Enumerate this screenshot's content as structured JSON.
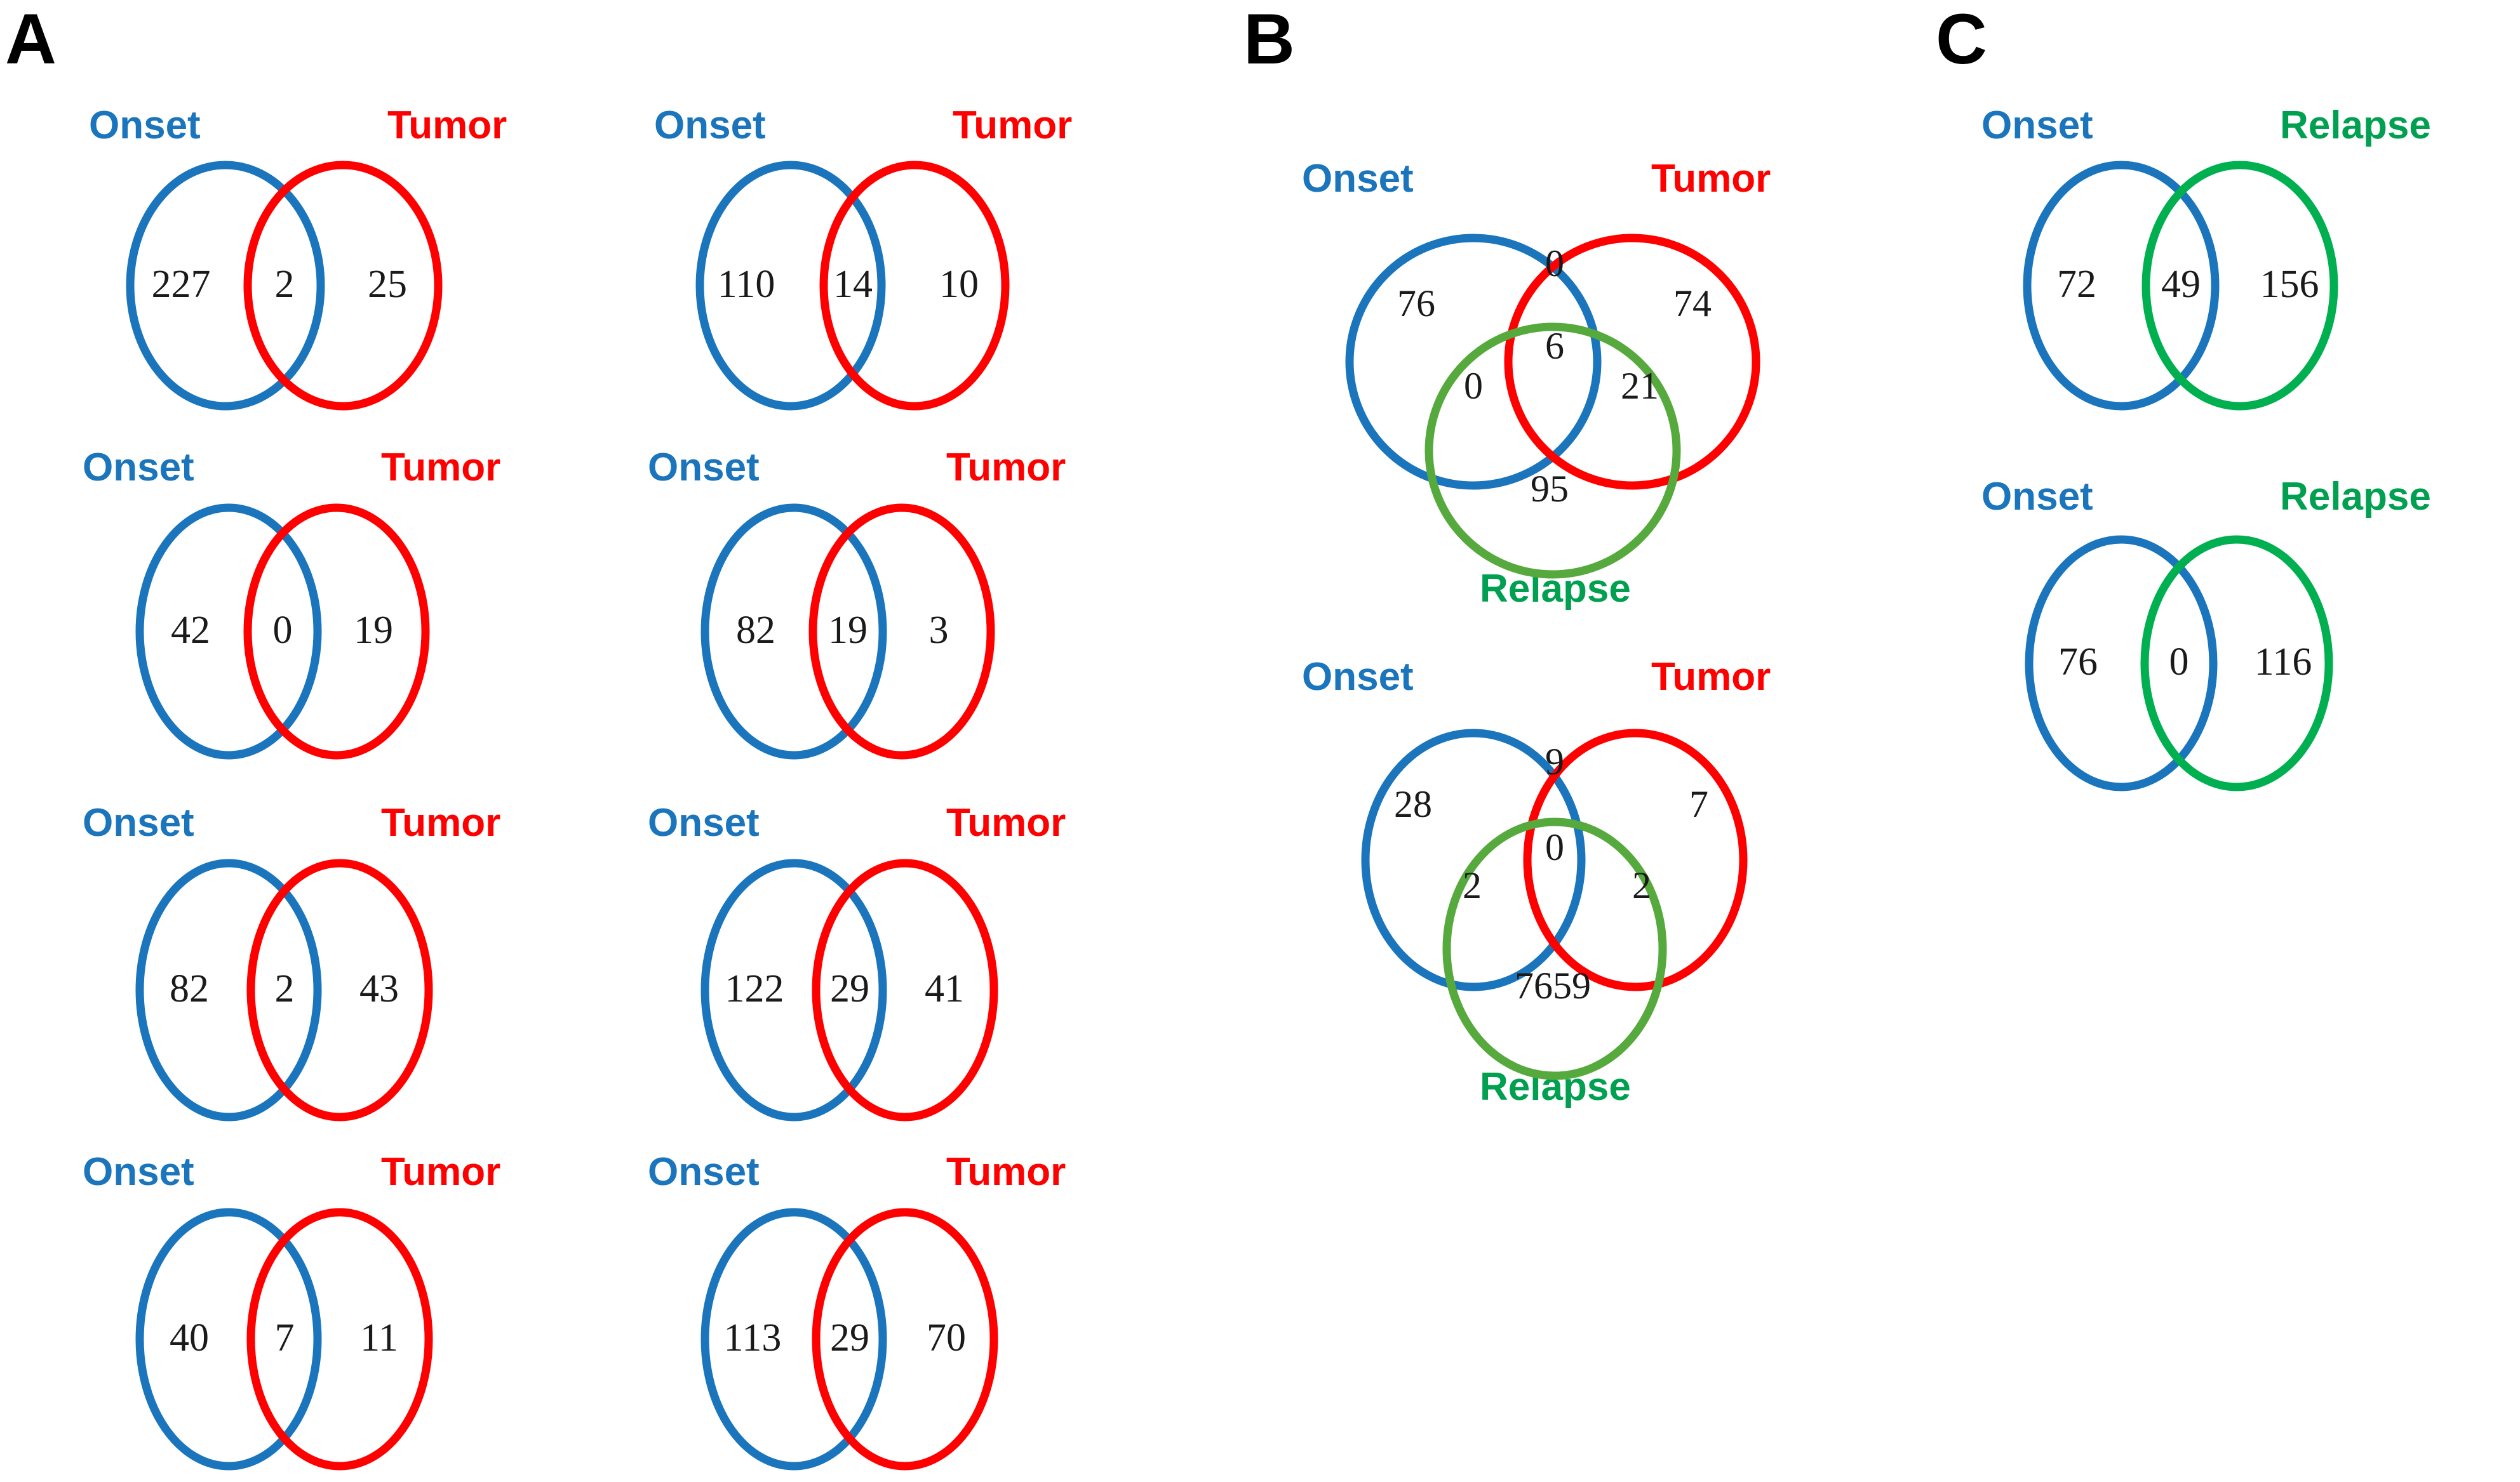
{
  "figure": {
    "background": "#ffffff",
    "panels": [
      {
        "letter": "A"
      },
      {
        "letter": "B"
      },
      {
        "letter": "C"
      }
    ]
  },
  "colors": {
    "onset_blue": "#1B75BC",
    "tumor_red": "#FF0000",
    "relapse_green_stroke_b": "#56A93C",
    "relapse_green_stroke_c": "#00B050",
    "relapse_green_label": "#00A050",
    "count_text": "#1a1a1a",
    "panel_letter": "#000000"
  },
  "labels": {
    "onset": "Onset",
    "tumor": "Tumor",
    "relapse": "Relapse"
  },
  "chart_data": {
    "type": "venn",
    "title": "",
    "panels": [
      {
        "id": "A",
        "letter": "A",
        "layout": "2-column x 4-row grid of two-set Venn diagrams",
        "set_names": [
          "Onset",
          "Tumor"
        ],
        "diagrams": [
          {
            "index": 1,
            "row": 1,
            "column": 1,
            "left_only": "227",
            "intersection": "2",
            "right_only": "25"
          },
          {
            "index": 2,
            "row": 1,
            "column": 2,
            "left_only": "110",
            "intersection": "14",
            "right_only": "10"
          },
          {
            "index": 3,
            "row": 2,
            "column": 1,
            "left_only": "42",
            "intersection": "0",
            "right_only": "19"
          },
          {
            "index": 4,
            "row": 2,
            "column": 2,
            "left_only": "82",
            "intersection": "19",
            "right_only": "3"
          },
          {
            "index": 5,
            "row": 3,
            "column": 1,
            "left_only": "82",
            "intersection": "2",
            "right_only": "43"
          },
          {
            "index": 6,
            "row": 3,
            "column": 2,
            "left_only": "122",
            "intersection": "29",
            "right_only": "41"
          },
          {
            "index": 7,
            "row": 4,
            "column": 1,
            "left_only": "40",
            "intersection": "7",
            "right_only": "11"
          },
          {
            "index": 8,
            "row": 4,
            "column": 2,
            "left_only": "113",
            "intersection": "29",
            "right_only": "70"
          }
        ]
      },
      {
        "id": "B",
        "letter": "B",
        "layout": "single column of two three-set Venn diagrams",
        "set_names": [
          "Onset",
          "Tumor",
          "Relapse"
        ],
        "diagrams": [
          {
            "index": 1,
            "onset_only": "76",
            "tumor_only": "74",
            "relapse_only": "95",
            "onset_tumor": "0",
            "onset_relapse": "0",
            "tumor_relapse": "21",
            "all_three": "6"
          },
          {
            "index": 2,
            "onset_only": "28",
            "tumor_only": "7",
            "relapse_only": "7659",
            "onset_tumor": "9",
            "onset_relapse": "2",
            "tumor_relapse": "2",
            "all_three": "0"
          }
        ]
      },
      {
        "id": "C",
        "letter": "C",
        "layout": "single column of two two-set Venn diagrams",
        "set_names": [
          "Onset",
          "Relapse"
        ],
        "diagrams": [
          {
            "index": 1,
            "left_only": "72",
            "intersection": "49",
            "right_only": "156"
          },
          {
            "index": 2,
            "left_only": "76",
            "intersection": "0",
            "right_only": "116"
          }
        ]
      }
    ]
  }
}
